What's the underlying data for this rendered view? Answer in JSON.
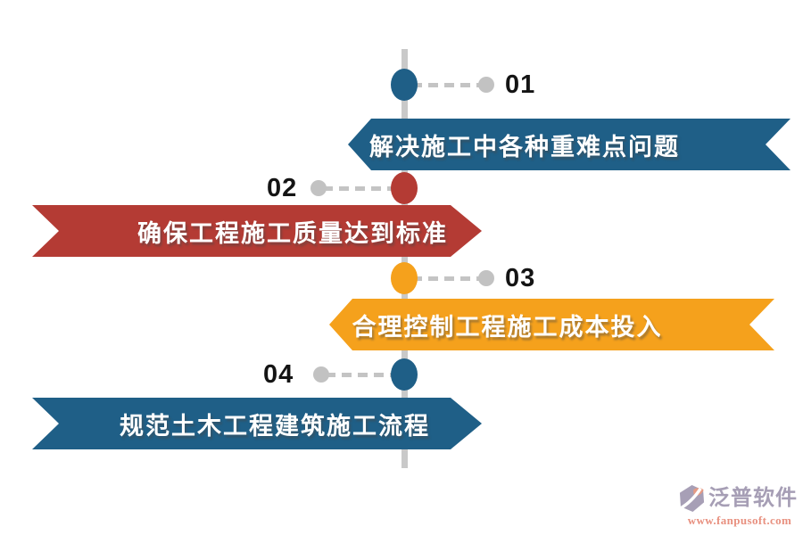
{
  "timeline": {
    "axis_color": "#c9c9c9",
    "connector_color": "#c4c4c4",
    "connector_dot_color": "#c2c2c2",
    "number_color": "#141414",
    "items": [
      {
        "number": "01",
        "label": "解决施工中各种重难点问题",
        "color": "#1f5f87",
        "side": "right"
      },
      {
        "number": "02",
        "label": "确保工程施工质量达到标准",
        "color": "#b43b34",
        "side": "left"
      },
      {
        "number": "03",
        "label": "合理控制工程施工成本投入",
        "color": "#f5a11c",
        "side": "right"
      },
      {
        "number": "04",
        "label": "规范土木工程建筑施工流程",
        "color": "#1f5f87",
        "side": "left"
      }
    ]
  },
  "watermark": {
    "brand": "泛普软件",
    "url": "www.fanpusoft.com",
    "brand_color": "#a69eb5",
    "url_color": "#e8907f"
  }
}
